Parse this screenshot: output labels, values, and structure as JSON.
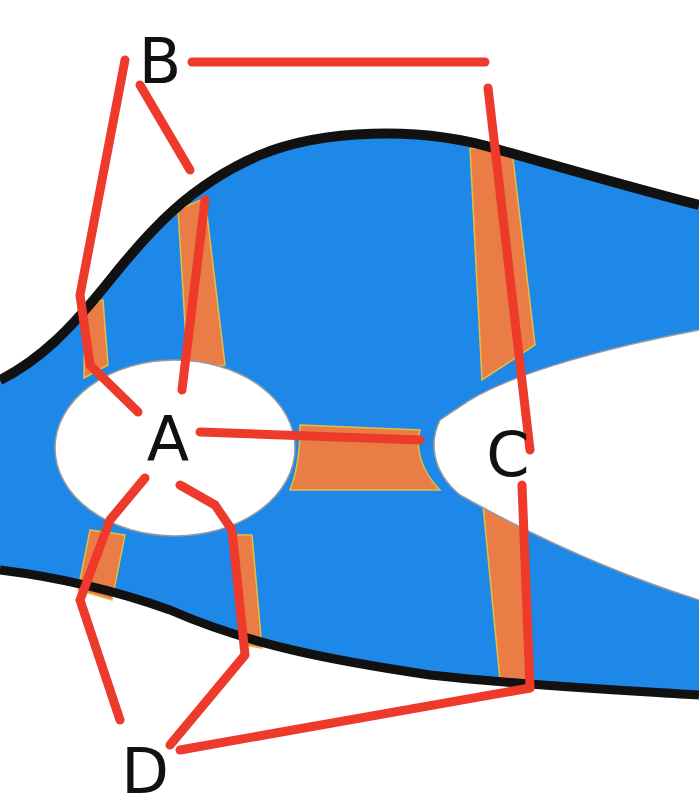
{
  "diagram": {
    "labels": [
      "B",
      "A",
      "C",
      "D"
    ]
  }
}
